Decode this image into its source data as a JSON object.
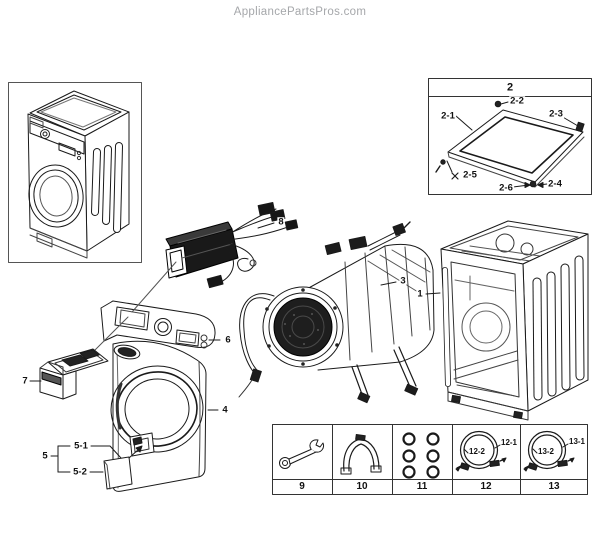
{
  "header": {
    "site": "AppliancePartsPros.com"
  },
  "callouts": {
    "c1": "1",
    "c2": "2",
    "c2_1": "2-1",
    "c2_2": "2-2",
    "c2_3": "2-3",
    "c2_4": "2-4",
    "c2_5": "2-5",
    "c2_6": "2-6",
    "c3": "3",
    "c4": "4",
    "c5": "5",
    "c5_1": "5-1",
    "c5_2": "5-2",
    "c6": "6",
    "c7": "7",
    "c8": "8"
  },
  "table": {
    "items": [
      {
        "num": "9",
        "icon": "wrench-icon"
      },
      {
        "num": "10",
        "icon": "drain-hose-elbow-icon"
      },
      {
        "num": "11",
        "icon": "cap-rings-icon"
      },
      {
        "num": "12",
        "icon": "inlet-hose-coil-icon",
        "subs": [
          "12-1",
          "12-2"
        ]
      },
      {
        "num": "13",
        "icon": "inlet-hose-coil-icon",
        "subs": [
          "13-1",
          "13-2"
        ]
      }
    ]
  },
  "colors": {
    "line": "#1a1a1a",
    "title": "#a5a7aa"
  }
}
